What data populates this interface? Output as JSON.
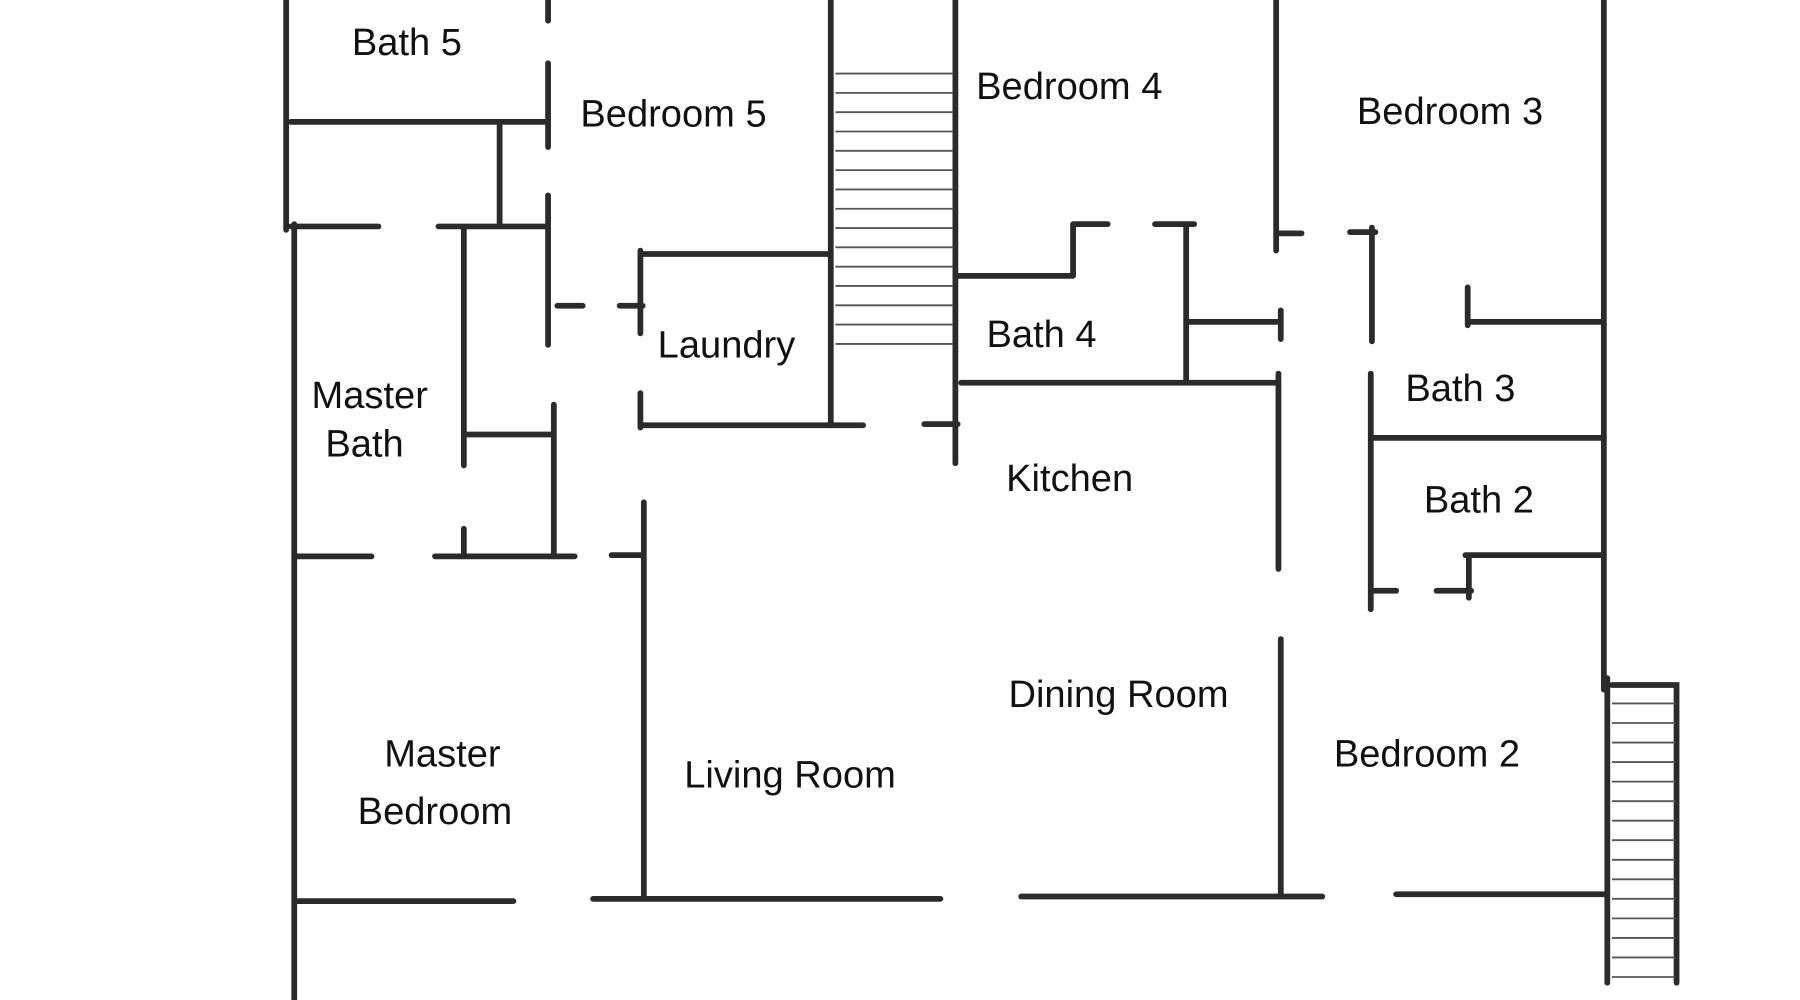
{
  "plan": {
    "rooms": {
      "bath5": "Bath 5",
      "bedroom5": "Bedroom 5",
      "bedroom4": "Bedroom 4",
      "bedroom3": "Bedroom 3",
      "laundry": "Laundry",
      "bath4": "Bath 4",
      "master_bath_1": "Master",
      "master_bath_2": "Bath",
      "bath3": "Bath 3",
      "kitchen": "Kitchen",
      "bath2": "Bath 2",
      "dining_room": "Dining Room",
      "bedroom2": "Bedroom 2",
      "master_bedroom_1": "Master",
      "master_bedroom_2": "Bedroom",
      "living_room": "Living Room"
    },
    "colors": {
      "wall": "#2b2b2b",
      "background": "#ffffff"
    }
  }
}
